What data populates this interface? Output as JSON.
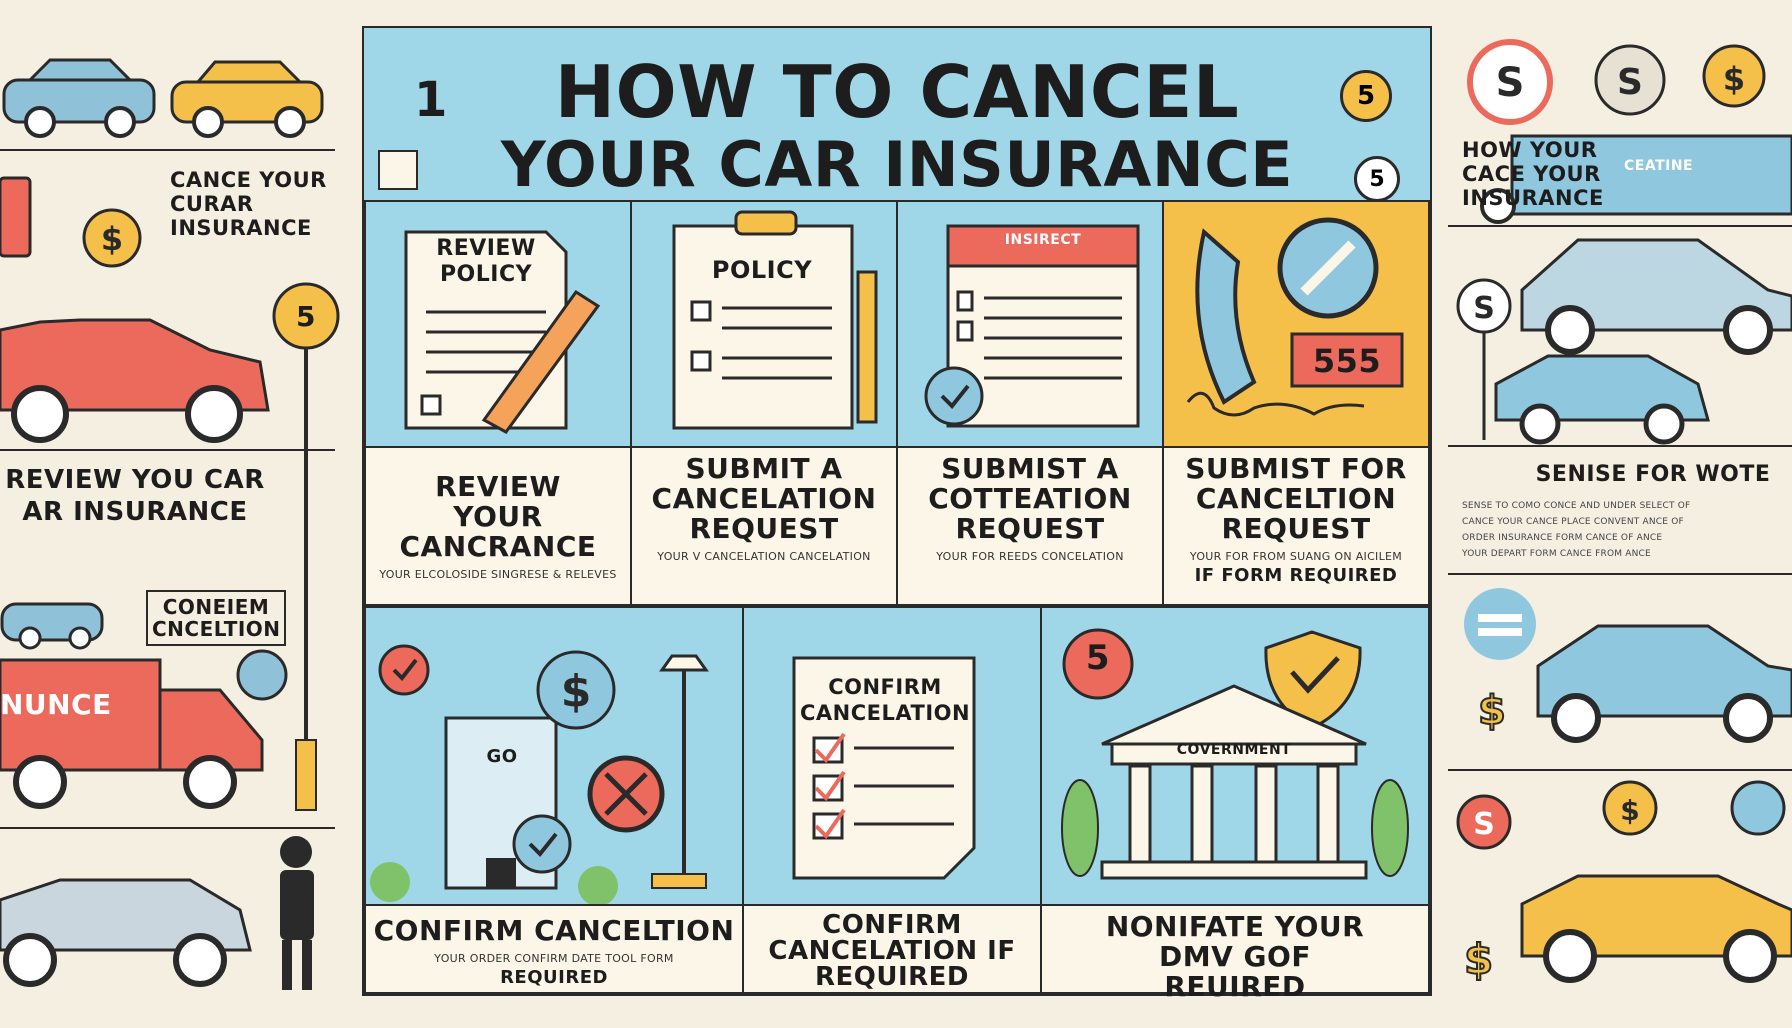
{
  "title": {
    "number": "1",
    "line1": "HOW TO CANCEL",
    "line2": "YOUR CAR INSURANCE",
    "badge1": "5",
    "badge2": "5"
  },
  "top_cards": [
    {
      "art_label": "REVIEW POLICY",
      "title": "REVIEW YOUR CANCRANCE",
      "small": "YOUR ELCOLOSIDE SINGRESE & RELEVES"
    },
    {
      "art_label": "POLICY",
      "title": "SUBMIT A CANCELATION REQUEST",
      "small": "YOUR V CANCELATION CANCELATION"
    },
    {
      "art_label": "INSIRECT",
      "title": "SUBMIST A COTTEATION REQUEST",
      "small": "YOUR FOR REEDS CONCELATION"
    },
    {
      "art_label": "555",
      "title": "SUBMIST FOR CANCELTION REQUEST",
      "small": "YOUR FOR FROM SUANG ON AICILEM",
      "required": "IF FORM REQUIRED"
    }
  ],
  "bottom_cards": [
    {
      "art_label": "GO",
      "title": "CONFIRM CANCELTION",
      "small": "YOUR ORDER CONFIRM DATE TOOL FORM",
      "required": "REQUIRED"
    },
    {
      "art_label": "CONFIRM CANCELATION",
      "title": "CONFIRM CANCELATION IF REQUIRED"
    },
    {
      "art_label": "COVERNMENT",
      "badge": "5",
      "title": "NONIFATE YOUR DMV GOF REUIRED"
    }
  ],
  "left_side": {
    "label1": "CANCE YOUR CURAR INSURANCE",
    "label2": "REVIEW YOU CAR AR INSURANCE",
    "label3": "CONEIEM CNCELTION",
    "truck_label": "NUNCE",
    "badge": "5"
  },
  "right_side": {
    "label1": "HOW YOUR CACE YOUR INSURANCE",
    "label2": "SENISE FOR WOTE",
    "truck_label": "CEATINE",
    "small_lines": [
      "SENSE TO COMO CONCE AND UNDER SELECT OF",
      "CANCE YOUR CANCE PLACE CONVENT ANCE OF",
      "ORDER INSURANCE FORM CANCE OF ANCE",
      "YOUR DEPART FORM CANCE FROM ANCE"
    ]
  },
  "colors": {
    "panel": "#9fd7e8",
    "caption": "#fbf6e8",
    "accent_yellow": "#f5c04a",
    "accent_red": "#ec6a5c",
    "accent_blue": "#8fc8de",
    "ink": "#1d1d1d"
  }
}
